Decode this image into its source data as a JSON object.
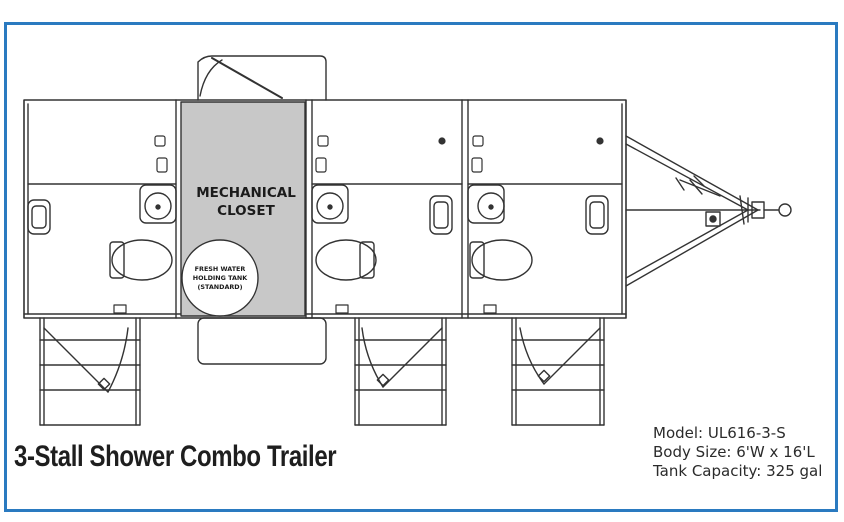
{
  "title": "3-Stall Shower Combo Trailer",
  "mechanical_label_line1": "MECHANICAL",
  "mechanical_label_line2": "CLOSET",
  "tank_label_line1": "FRESH WATER",
  "tank_label_line2": "HOLDING TANK",
  "tank_label_line3": "(STANDARD)",
  "specs": {
    "model": "Model: UL616-3-S",
    "body_size": "Body Size: 6'W x 16'L",
    "tank_capacity": "Tank Capacity: 325 gal"
  },
  "colors": {
    "border": "#2a7ac0",
    "closet_fill": "#c8c8c8",
    "line": "#333333"
  }
}
